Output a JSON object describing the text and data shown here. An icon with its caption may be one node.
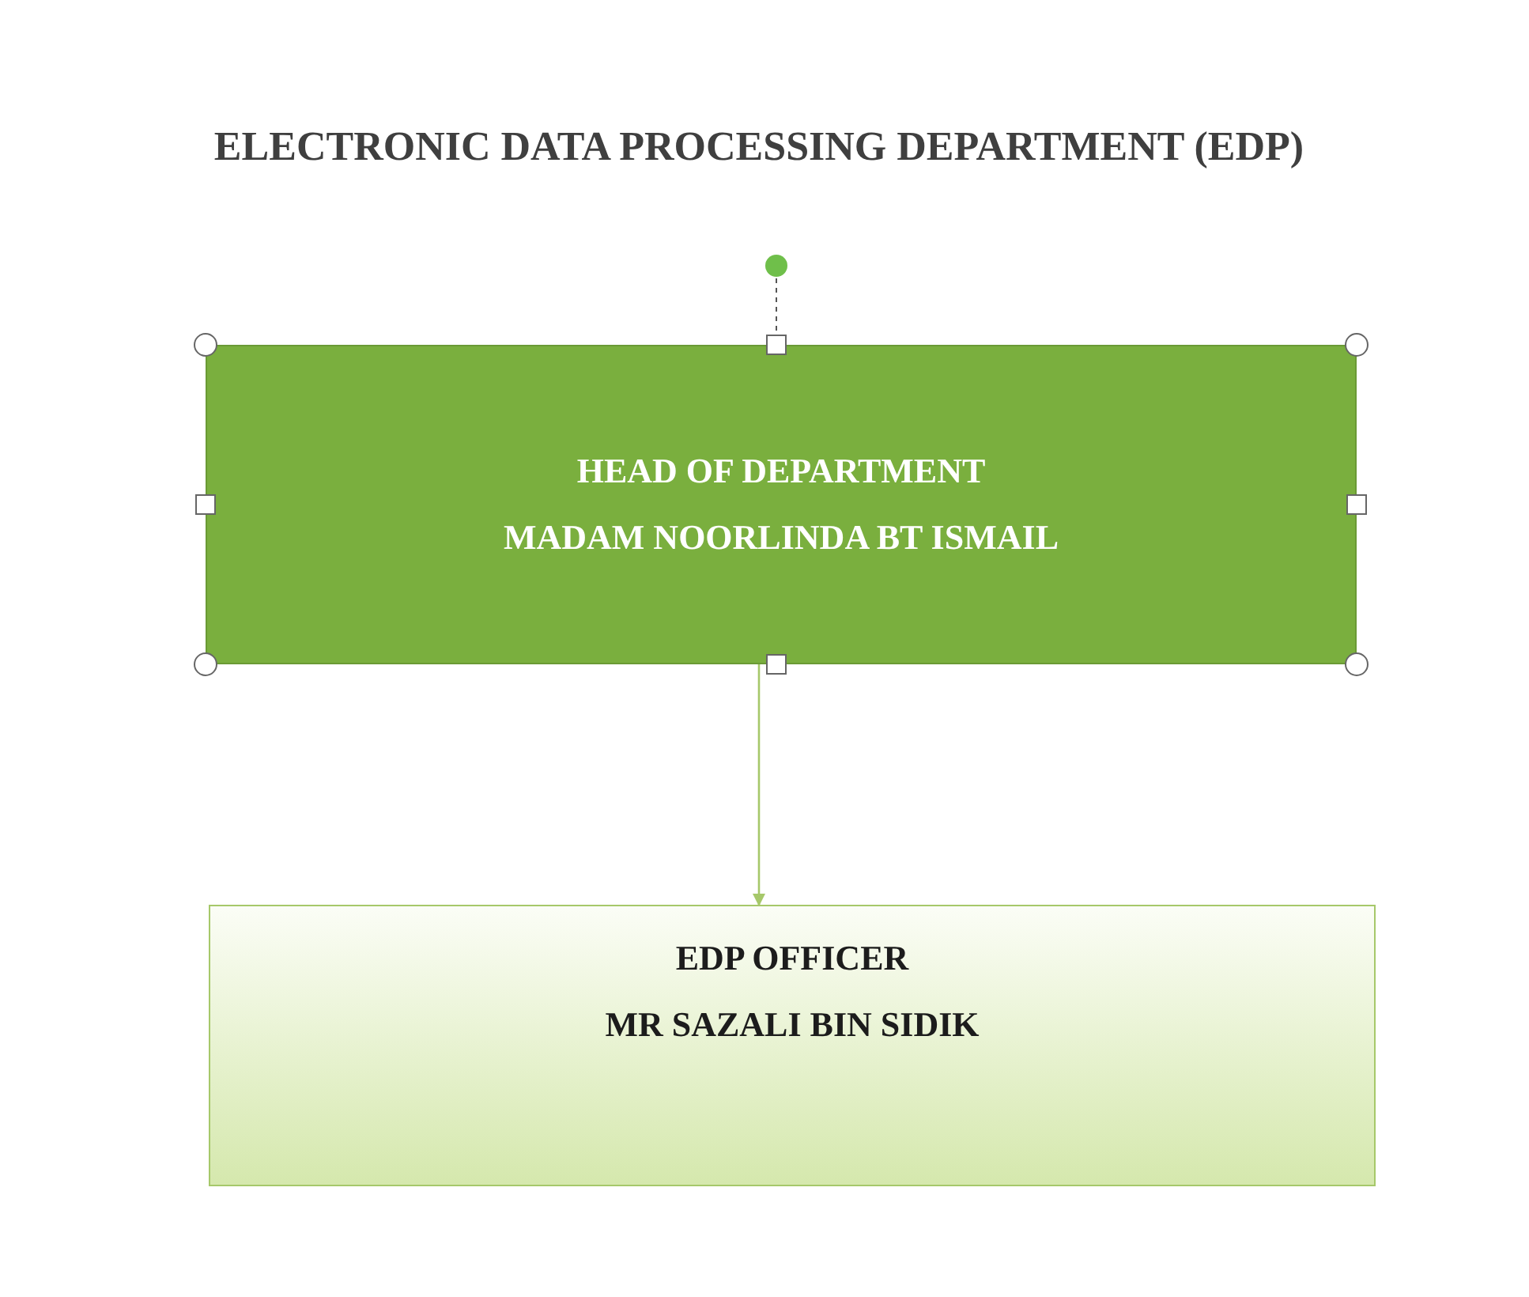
{
  "diagram": {
    "title": "ELECTRONIC DATA PROCESSING DEPARTMENT (EDP)",
    "nodes": [
      {
        "text": [
          "HEAD OF DEPARTMENT",
          "MADAM NOORLINDA BT ISMAIL"
        ]
      },
      {
        "text": [
          "EDP OFFICER",
          "MR SAZALI BIN SIDIK"
        ]
      }
    ],
    "edges": [
      {
        "from": 0,
        "to": 1,
        "arrow": "to"
      }
    ]
  }
}
